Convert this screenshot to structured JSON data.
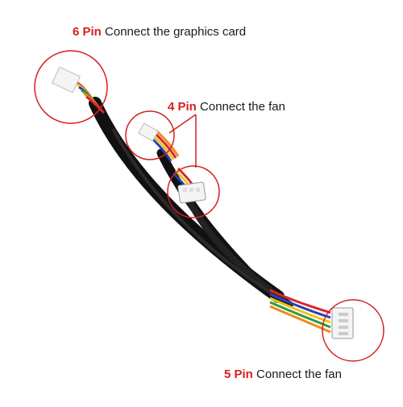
{
  "labels": {
    "six": {
      "pin": "6 Pin",
      "text": "Connect the graphics card"
    },
    "four": {
      "pin": "4 Pin",
      "text": "Connect the fan"
    },
    "five": {
      "pin": "5 Pin",
      "text": "Connect the fan"
    }
  },
  "colors": {
    "accent": "#d42020",
    "cable": "#111111",
    "connector": "#f4f4f4",
    "wire_red": "#d8262b",
    "wire_blue": "#2a3fb8",
    "wire_yellow": "#f0c419",
    "wire_green": "#2e9a3d",
    "wire_orange": "#f08a1c"
  }
}
